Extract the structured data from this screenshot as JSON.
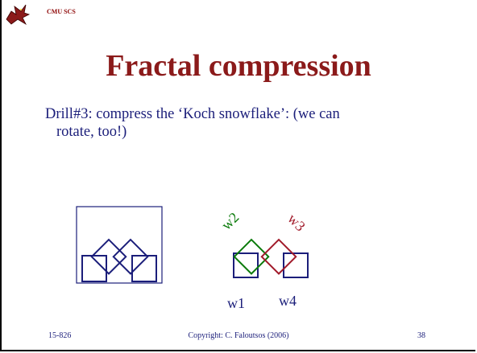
{
  "header": {
    "org_label": "CMU SCS"
  },
  "slide": {
    "title": "Fractal compression",
    "body_line1": "Drill#3: compress the ‘Koch snowflake’: (we can",
    "body_line2": "rotate, too!)"
  },
  "diagram": {
    "labels": {
      "w1": "w1",
      "w2": "w2",
      "w3": "w3",
      "w4": "w4"
    },
    "colors": {
      "navy": "#1b1e7a",
      "green": "#0a7a0a",
      "red": "#a11a2a"
    }
  },
  "footer": {
    "course": "15-826",
    "copyright": "Copyright: C. Faloutsos (2006)",
    "page_number": "38"
  }
}
